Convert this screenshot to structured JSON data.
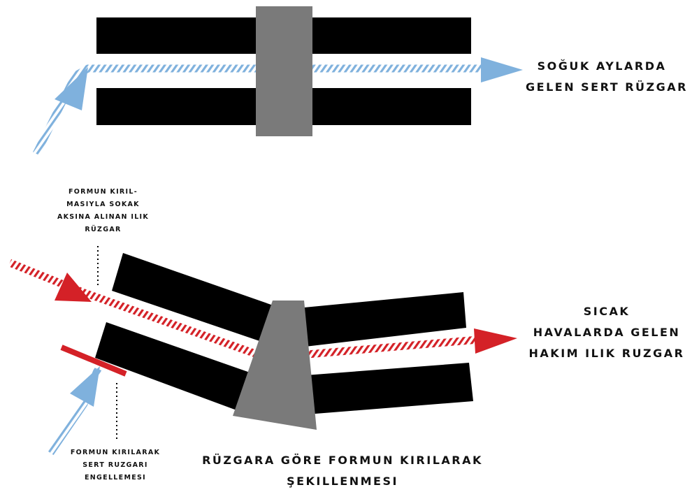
{
  "labels": {
    "cold_wind": [
      "SOĞUK AYLARDA",
      "GELEN SERT RÜZGAR"
    ],
    "warm_wind": [
      "SICAK",
      "HAVALARDA GELEN",
      "HAKIM ILIK RUZGAR"
    ],
    "captured_breeze": [
      "FORMUN KIRIL-",
      "MASIYLA SOKAK",
      "AKSINA ALINAN ILIK",
      "RÜZGAR"
    ],
    "blocking": [
      "FORMUN KIRILARAK",
      "SERT RUZGARI",
      "ENGELLEMESI"
    ],
    "caption": [
      "RÜZGARA GÖRE FORMUN KIRILARAK",
      "ŞEKILLENMESI"
    ]
  },
  "colors": {
    "building": "#000000",
    "connector": "#7a7a7a",
    "cold_wind": "#7fb1dd",
    "warm_wind": "#d42127",
    "text": "#111111"
  }
}
